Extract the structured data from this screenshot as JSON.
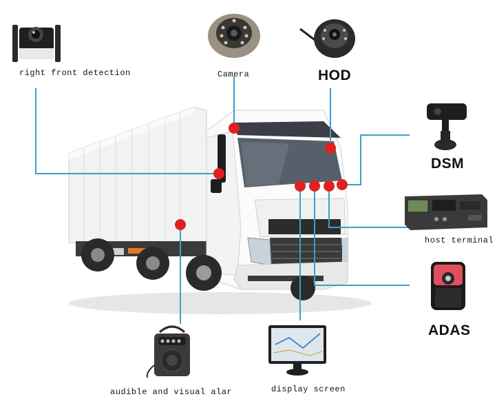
{
  "labels": {
    "right_front_detection": "right front detection",
    "camera": "Camera",
    "hod": "HOD",
    "dsm": "DSM",
    "host_terminal": "host terminal",
    "adas": "ADAS",
    "audible_visual_alarm": "audible and visual alar",
    "display_screen": "display screen"
  },
  "colors": {
    "connector_line": "#3aa0c8",
    "sensor_dot": "#e02020"
  },
  "icons": [
    "right-front-camera-icon",
    "dome-camera-icon",
    "hod-camera-icon",
    "dsm-camera-icon",
    "host-terminal-icon",
    "adas-camera-icon",
    "alarm-speaker-icon",
    "display-monitor-icon",
    "truck-illustration"
  ]
}
